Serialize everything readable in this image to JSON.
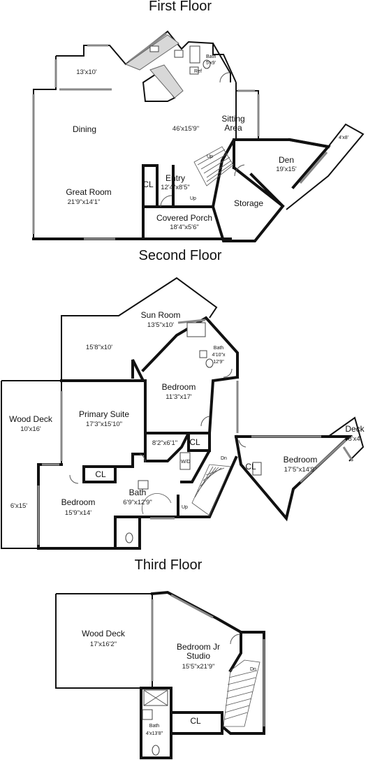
{
  "floors": [
    {
      "title": "First Floor",
      "rooms": [
        {
          "name": "",
          "dims": "13'x10'"
        },
        {
          "name": "Dining",
          "dims": ""
        },
        {
          "name": "",
          "dims": "46'x15'9\""
        },
        {
          "name": "Sitting Area",
          "name_line1": "Sitting",
          "name_line2": "Area",
          "dims": ""
        },
        {
          "name": "Bath",
          "dims": "5'x9'"
        },
        {
          "name": "Entry",
          "dims": "12'4\"x8'5\""
        },
        {
          "name": "CL",
          "dims": ""
        },
        {
          "name": "Great Room",
          "dims": "21'9\"x14'1\""
        },
        {
          "name": "Covered Porch",
          "dims": "18'4\"x5'6\""
        },
        {
          "name": "Den",
          "dims": "19'x15'"
        },
        {
          "name": "",
          "dims": "4'x8'"
        },
        {
          "name": "Storage",
          "dims": ""
        }
      ],
      "labels": {
        "up1": "Up",
        "up2": "Up",
        "ref": "Ref"
      }
    },
    {
      "title": "Second Floor",
      "rooms": [
        {
          "name": "Sun Room",
          "dims": "13'5\"x10'"
        },
        {
          "name": "",
          "dims": "15'8\"x10'"
        },
        {
          "name": "Bath",
          "dims_line1": "4'10\"x",
          "dims_line2": "12'9\""
        },
        {
          "name": "Bedroom",
          "dims": "11'3\"x17'"
        },
        {
          "name": "Wood Deck",
          "dims": "10'x16'"
        },
        {
          "name": "Primary Suite",
          "dims": "17'3\"x15'10\""
        },
        {
          "name": "",
          "dims": "8'2\"x6'1\""
        },
        {
          "name": "CL",
          "dims": ""
        },
        {
          "name": "Deck",
          "dims": "8'x4'"
        },
        {
          "name": "Bedroom",
          "dims": "17'5\"x14'9\""
        },
        {
          "name": "CL",
          "dims": ""
        },
        {
          "name": "CL",
          "dims": ""
        },
        {
          "name": "",
          "dims": "6'x15'"
        },
        {
          "name": "Bedroom",
          "dims": "15'9\"x14'"
        },
        {
          "name": "Bath",
          "dims": "6'9\"x12'9\""
        }
      ],
      "labels": {
        "dn": "Dn",
        "up": "Up",
        "wd": "W/D"
      }
    },
    {
      "title": "Third Floor",
      "rooms": [
        {
          "name": "Wood Deck",
          "dims": "17'x16'2\""
        },
        {
          "name": "Bedroom Jr Studio",
          "name_line1": "Bedroom Jr",
          "name_line2": "Studio",
          "dims": "15'5\"x21'9\""
        },
        {
          "name": "CL",
          "dims": ""
        },
        {
          "name": "Bath",
          "dims": "4'x13'8\""
        }
      ],
      "labels": {
        "dn": "Dn"
      }
    }
  ]
}
